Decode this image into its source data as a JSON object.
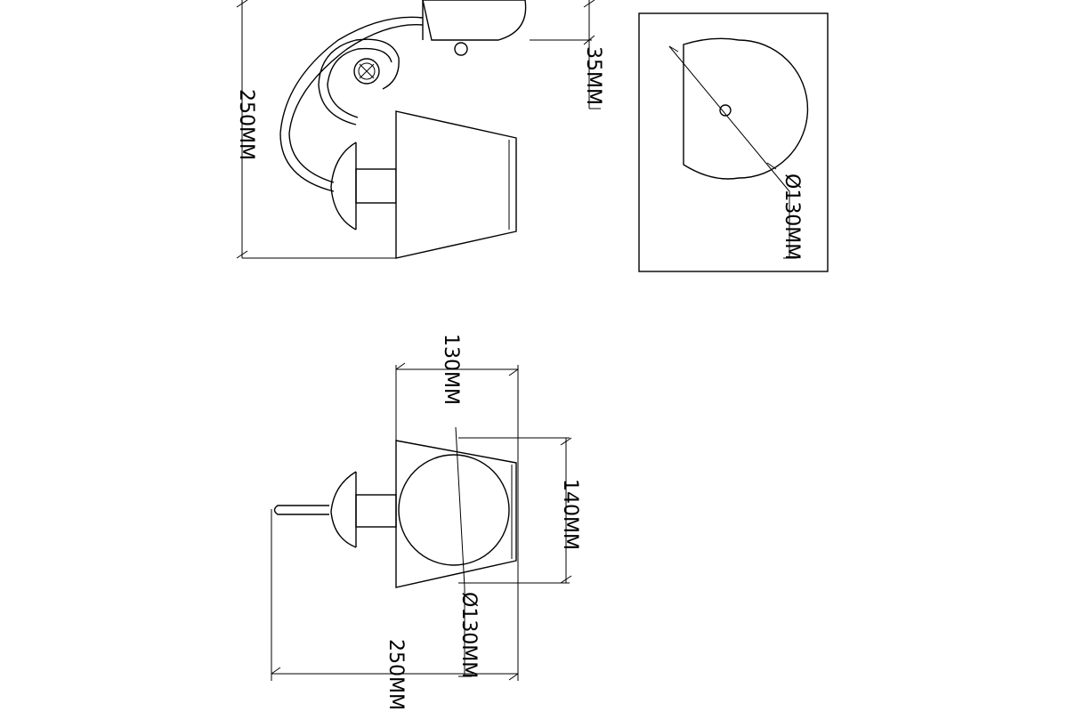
{
  "drawing": {
    "side_view": {
      "height_label": "250MM",
      "depth_label": "35MM"
    },
    "base_view": {
      "diameter_label": "Ø130MM"
    },
    "top_view": {
      "width_label": "130MM",
      "shade_height_label": "140MM",
      "shade_diameter_label": "Ø130MM",
      "projection_label": "250MM"
    }
  }
}
